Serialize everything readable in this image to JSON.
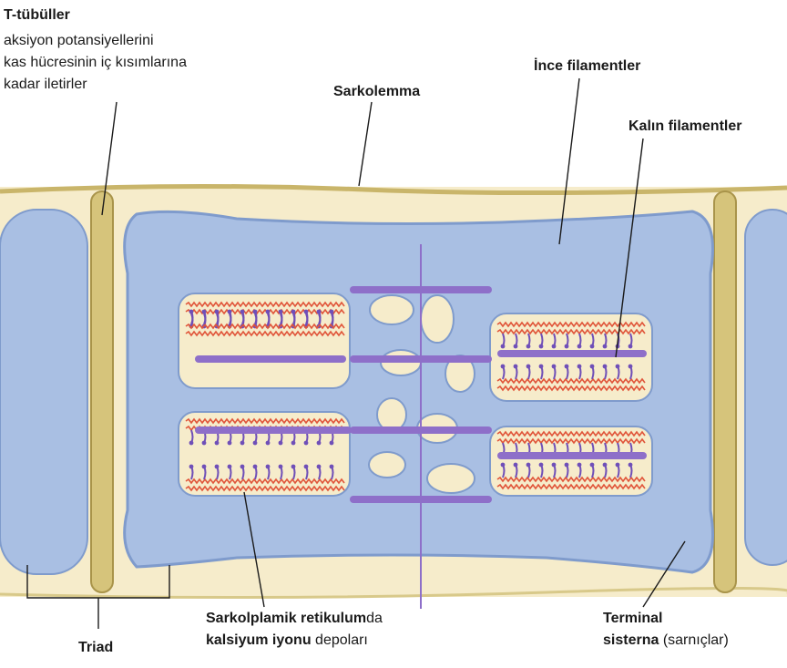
{
  "labels": {
    "t_tubules_title": "T-tübüller",
    "t_tubules_desc_1": "aksiyon potansiyellerini",
    "t_tubules_desc_2": "kas hücresinin iç kısımlarına",
    "t_tubules_desc_3": "kadar iletirler",
    "sarcolemma": "Sarkolemma",
    "thin_filaments": "İnce filamentler",
    "thick_filaments": "Kalın filamentler",
    "sr_bold": "Sarkolplamik retikulum",
    "sr_suffix": "da",
    "ca_bold": "kalsiyum iyonu",
    "ca_suffix": " depoları",
    "triad": "Triad",
    "terminal_1": "Terminal",
    "terminal_2_bold": "sisterna",
    "terminal_2_suffix": " (sarnıçlar)"
  },
  "colors": {
    "cytoplasm": "#f6eccb",
    "membrane": "#c9b56a",
    "reticulum": "#a9bfe3",
    "reticulum_edge": "#7f9bcc",
    "thick_filament": "#8e6fc9",
    "myosin_head": "#6f4fb8",
    "thin_filament": "#e0553a",
    "leader_line": "#1a1a1a"
  }
}
